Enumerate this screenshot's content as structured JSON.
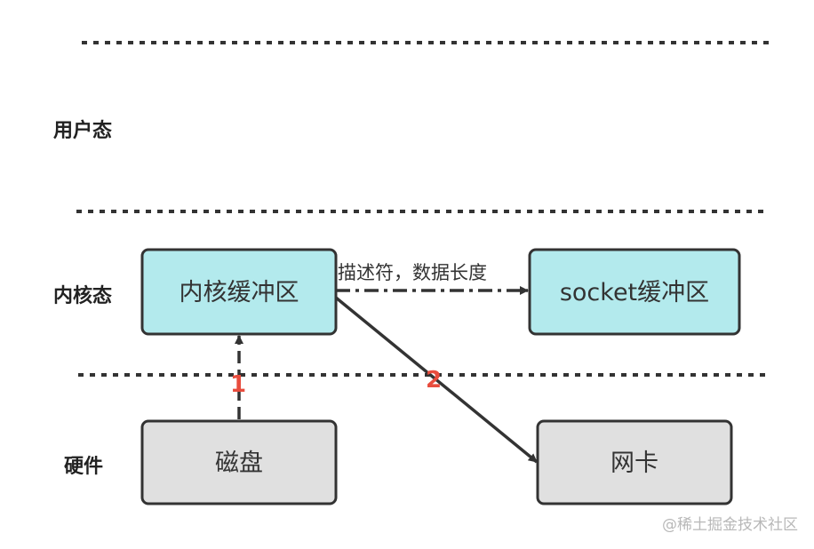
{
  "layers": [
    {
      "id": "user",
      "label": "用户态"
    },
    {
      "id": "kernel",
      "label": "内核态"
    },
    {
      "id": "hardware",
      "label": "硬件"
    }
  ],
  "nodes": {
    "kernel_buffer": {
      "label": "内核缓冲区",
      "fill": "#b3eaed"
    },
    "socket_buffer": {
      "label": "socket缓冲区",
      "fill": "#b3eaed"
    },
    "disk": {
      "label": "磁盘",
      "fill": "#e0e0e0"
    },
    "nic": {
      "label": "网卡",
      "fill": "#e0e0e0"
    }
  },
  "edges": [
    {
      "from": "disk",
      "to": "kernel_buffer",
      "style": "dashed",
      "step": "1"
    },
    {
      "from": "kernel_buffer",
      "to": "socket_buffer",
      "style": "dash-dot",
      "label": "描述符，数据长度"
    },
    {
      "from": "kernel_buffer",
      "to": "nic",
      "style": "solid",
      "step": "2"
    }
  ],
  "colors": {
    "step": "#e84c3d",
    "stroke": "#333333",
    "watermark": "#b8b8b8"
  },
  "watermark": "@稀土掘金技术社区"
}
